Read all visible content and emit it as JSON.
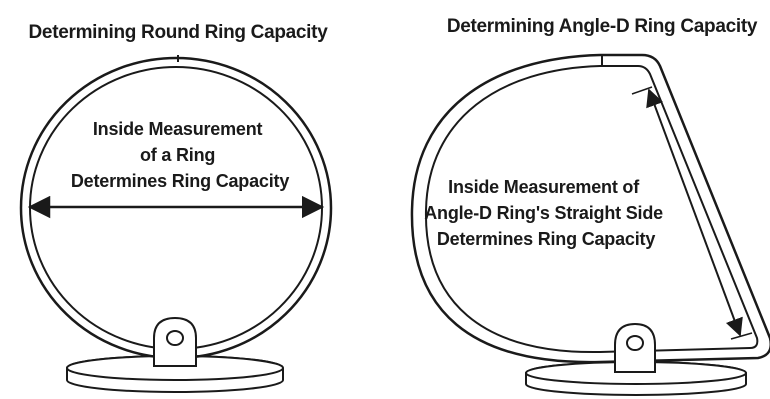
{
  "round_panel": {
    "title": "Determining Round Ring Capacity",
    "caption_lines": [
      "Inside Measurement",
      "of a Ring",
      "Determines Ring Capacity"
    ]
  },
  "angle_panel": {
    "title": "Determining Angle-D Ring Capacity",
    "caption_lines": [
      "Inside Measurement of",
      "Angle-D Ring's Straight Side",
      "Determines Ring Capacity"
    ]
  },
  "colors": {
    "ink": "#1a1a1a",
    "background": "#ffffff"
  }
}
